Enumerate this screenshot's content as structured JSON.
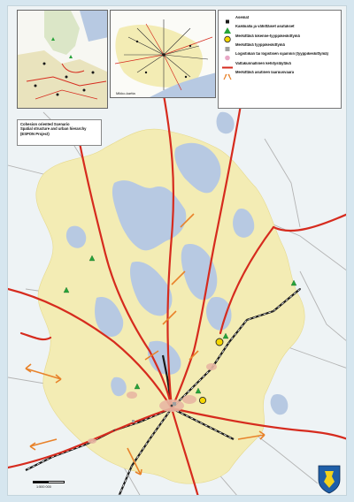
{
  "map": {
    "title_lines": [
      "Cohesion oriented Scenario",
      "Spatial structure and urban hierarchy",
      "(ESPON Project)"
    ],
    "inset_caption": "Mikko-kartta",
    "scale_label": "1:500 000",
    "coat_of_arms_name": "coat-of-arms",
    "colors": {
      "region_fill": "#f3ecb4",
      "lake": "#b7c9e2",
      "major_road": "#d62b1e",
      "railway": "#1a1a1a",
      "minor_road": "#aaaaaa",
      "arrow": "#e8822a",
      "background_land": "#eef3f5"
    }
  },
  "legend": {
    "items": [
      {
        "label": "Asemat",
        "symbol": "square-dark"
      },
      {
        "label": "Kaikkialla ja vähittäiset asutukset",
        "symbol": "green-triangle"
      },
      {
        "label": "Merkittävä liikenne-tyyppikeskittymä",
        "symbol": "yellow-circle"
      },
      {
        "label": "Merkittävä tyyppikeskittymä",
        "symbol": "grey-square"
      },
      {
        "label": "Logistiikan tai logistisen sijainnin (tyyppikeskittymä)",
        "symbol": "pink-circle"
      },
      {
        "label": "Valtakunnallinen kehitysläytävä",
        "symbol": "red-line"
      },
      {
        "label": "Merkittävä asutinen laaruusvaara",
        "symbol": "orange-arrows"
      }
    ]
  }
}
